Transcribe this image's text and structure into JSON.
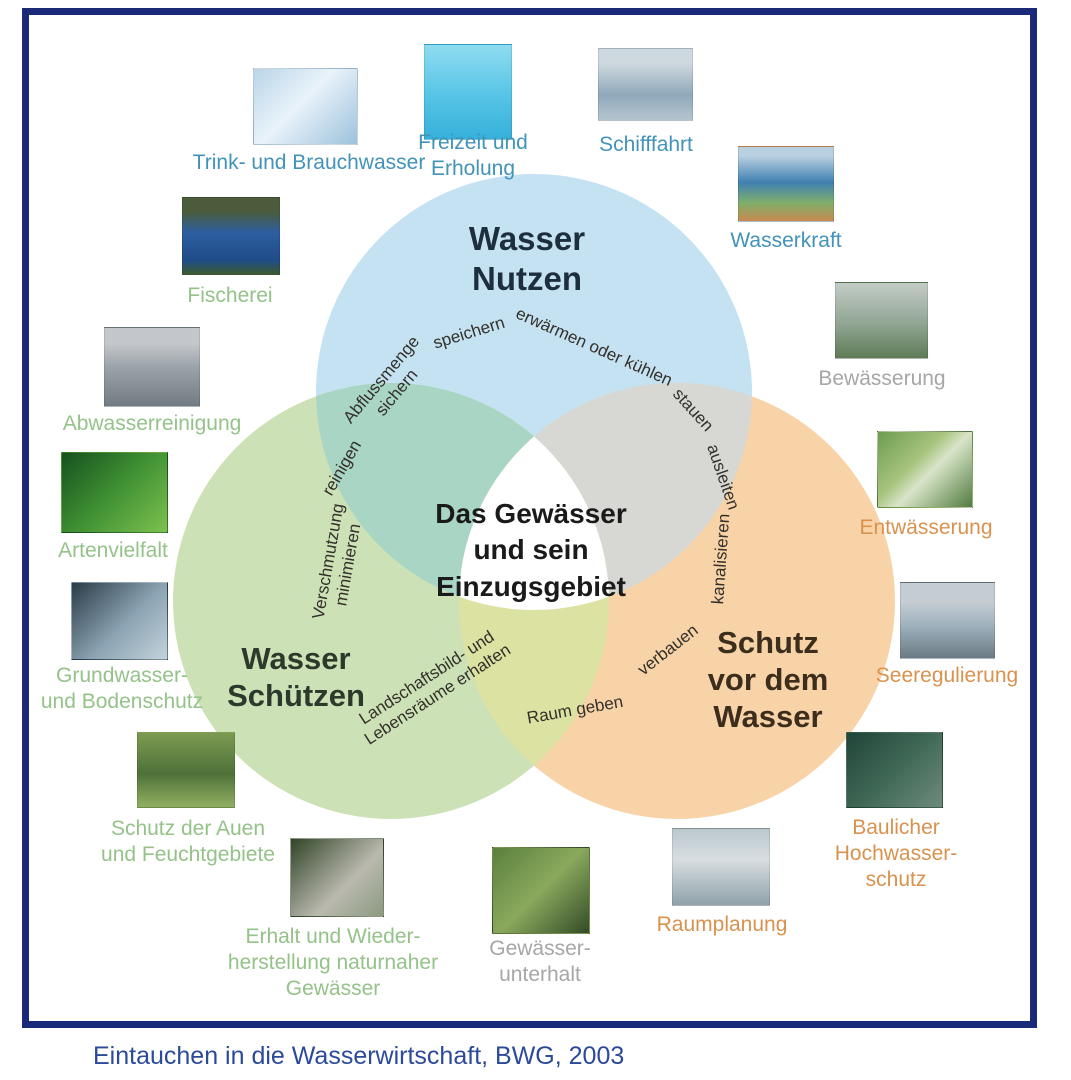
{
  "caption": "Eintauchen in die Wasserwirtschaft, BWG, 2003",
  "colors": {
    "frame_border": "#1a2a78",
    "circle_nutzen": "#c5e2f2",
    "circle_schuetzen": "#cde1b7",
    "circle_schutzvor": "#f7d3a7",
    "overlap_nutzen_schuetzen": "#a9d5c5",
    "overlap_nutzen_schutzvor": "#d7d8d3",
    "overlap_schuetzen_schutzvor": "#dce2a2",
    "center_region": "#ffffff",
    "label_blue": "#4293b8",
    "label_green": "#94c289",
    "label_orange": "#d9924e",
    "label_gray": "#a6a6a6",
    "caption_color": "#2b4a9a"
  },
  "center": {
    "lines": [
      "Das Gewässer",
      "und sein",
      "Einzugsgebiet"
    ]
  },
  "circles": {
    "nutzen": {
      "lines": [
        "Wasser",
        "Nutzen"
      ]
    },
    "schuetzen": {
      "lines": [
        "Wasser",
        "Schützen"
      ]
    },
    "schutzvor": {
      "lines": [
        "Schutz",
        "vor dem",
        "Wasser"
      ]
    }
  },
  "ring": {
    "reinigen": {
      "lines": [
        "reinigen"
      ]
    },
    "verschmutzung": {
      "lines": [
        "Verschmutzung",
        "minimieren"
      ]
    },
    "abflussmenge": {
      "lines": [
        "Abflussmenge",
        "sichern"
      ]
    },
    "speichern": {
      "lines": [
        "speichern"
      ]
    },
    "erwaermen": {
      "lines": [
        "erwärmen oder kühlen"
      ]
    },
    "stauen": {
      "lines": [
        "stauen"
      ]
    },
    "ausleiten": {
      "lines": [
        "ausleiten"
      ]
    },
    "kanalisieren": {
      "lines": [
        "kanalisieren"
      ]
    },
    "verbauen": {
      "lines": [
        "verbauen"
      ]
    },
    "raumgeben": {
      "lines": [
        "Raum geben"
      ]
    },
    "landschaftsbild": {
      "lines": [
        "Landschaftsbild- und",
        "Lebensräume erhalten"
      ]
    }
  },
  "items": {
    "trink": {
      "lines": [
        "Trink- und Brauchwasser"
      ],
      "color": "#4293b8"
    },
    "freizeit": {
      "lines": [
        "Freizeit und",
        "Erholung"
      ],
      "color": "#4293b8"
    },
    "schifffahrt": {
      "lines": [
        "Schifffahrt"
      ],
      "color": "#4293b8"
    },
    "wasserkraft": {
      "lines": [
        "Wasserkraft"
      ],
      "color": "#4293b8"
    },
    "bewaesserung": {
      "lines": [
        "Bewässerung"
      ],
      "color": "#a6a6a6"
    },
    "entwaesserung": {
      "lines": [
        "Entwässerung"
      ],
      "color": "#d9924e"
    },
    "seeregulierung": {
      "lines": [
        "Seeregulierung"
      ],
      "color": "#d9924e"
    },
    "baulicher": {
      "lines": [
        "Baulicher",
        "Hochwasser-",
        "schutz"
      ],
      "color": "#d9924e"
    },
    "raumplanung": {
      "lines": [
        "Raumplanung"
      ],
      "color": "#d9924e"
    },
    "gewaesserunterhalt": {
      "lines": [
        "Gewässer-",
        "unterhalt"
      ],
      "color": "#a6a6a6"
    },
    "erhalt": {
      "lines": [
        "Erhalt und Wieder-",
        "herstellung naturnaher",
        "Gewässer"
      ],
      "color": "#94c289"
    },
    "schutzauen": {
      "lines": [
        "Schutz der Auen",
        "und Feuchtgebiete"
      ],
      "color": "#94c289"
    },
    "grundwasser": {
      "lines": [
        "Grundwasser-",
        "und Bodenschutz"
      ],
      "color": "#94c289"
    },
    "artenvielfalt": {
      "lines": [
        "Artenvielfalt"
      ],
      "color": "#94c289"
    },
    "abwasserreinigung": {
      "lines": [
        "Abwasserreinigung"
      ],
      "color": "#94c289"
    },
    "fischerei": {
      "lines": [
        "Fischerei"
      ],
      "color": "#94c289"
    }
  }
}
